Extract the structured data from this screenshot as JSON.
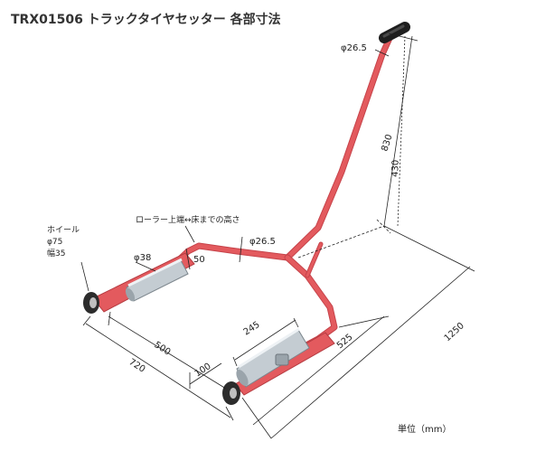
{
  "title": "TRX01506 トラックタイヤセッター 各部寸法",
  "wheel_label": {
    "line1": "ホイール",
    "line2": "φ75",
    "line3": "幅35"
  },
  "roller_height_label": "ローラー上端↔床までの高さ",
  "dimensions": {
    "handle_diameter": "φ26.5",
    "frame_diameter": "φ26.5",
    "roller_diameter": "φ38",
    "roller_height": "50",
    "handle_length": "830",
    "handle_height": "430",
    "overall_length": "1250",
    "depth": "525",
    "roller_length": "245",
    "offset": "100",
    "roller_spacing": "500",
    "width": "720"
  },
  "unit_label": "単位（mm）",
  "colors": {
    "frame": "#e35a5e",
    "frame_dark": "#c6434a",
    "roller": "#b9c2c8",
    "wheel": "#2c2c2c",
    "grip": "#2a2a2a"
  }
}
